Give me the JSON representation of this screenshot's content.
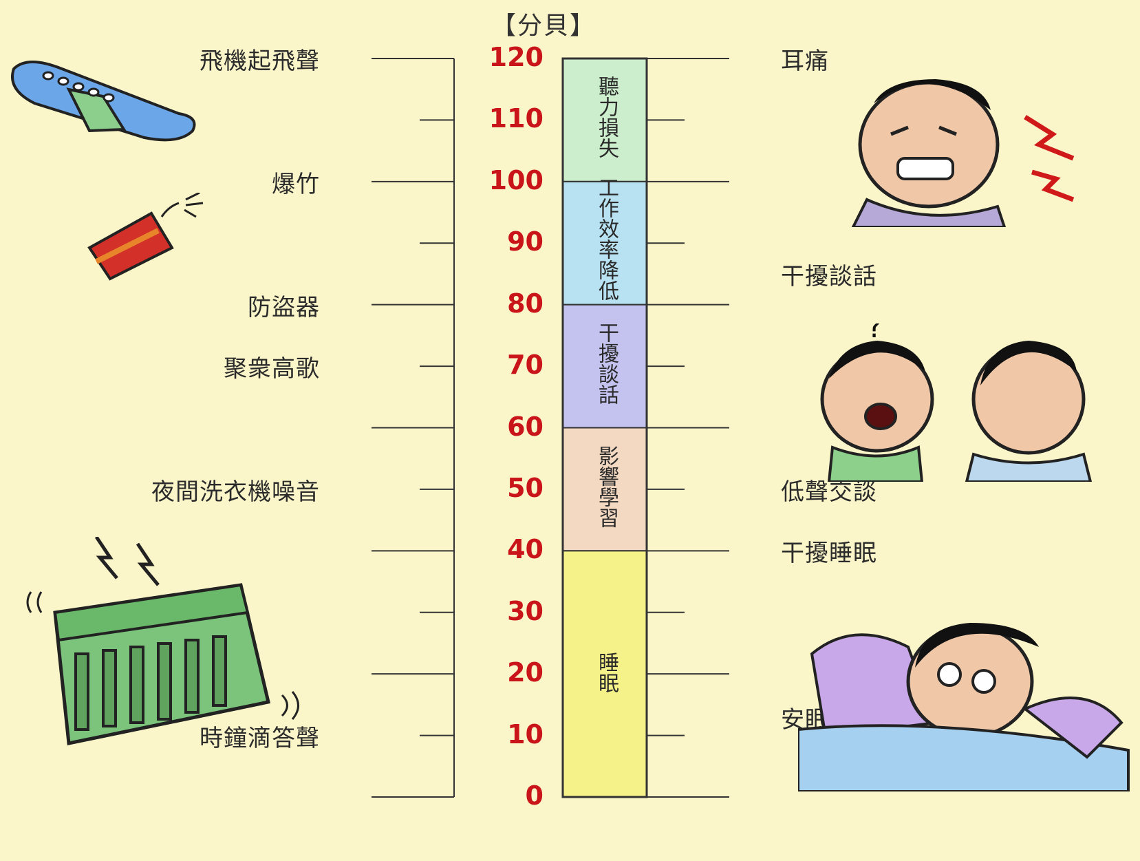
{
  "unit_title": "【分貝】",
  "scale": {
    "ticks": [
      "0",
      "10",
      "20",
      "30",
      "40",
      "50",
      "60",
      "70",
      "80",
      "90",
      "100",
      "110",
      "120"
    ],
    "min": 0,
    "max": 120
  },
  "bands": [
    {
      "from": 100,
      "to": 120,
      "label": "聽力損失",
      "color": "#cdeecd"
    },
    {
      "from": 80,
      "to": 100,
      "label": "工作效率降低",
      "color": "#b8e2f2"
    },
    {
      "from": 60,
      "to": 80,
      "label": "干擾談話",
      "color": "#c4c2ee"
    },
    {
      "from": 40,
      "to": 60,
      "label": "影響學習",
      "color": "#f3d8c2"
    },
    {
      "from": 0,
      "to": 40,
      "label": "睡眠",
      "color": "#f6f28a"
    }
  ],
  "sources": [
    {
      "db": 120,
      "label": "飛機起飛聲"
    },
    {
      "db": 100,
      "label": "爆竹"
    },
    {
      "db": 80,
      "label": "防盜器"
    },
    {
      "db": 70,
      "label": "聚衆高歌"
    },
    {
      "db": 50,
      "label": "夜間洗衣機噪音"
    },
    {
      "db": 10,
      "label": "時鐘滴答聲"
    }
  ],
  "effects": [
    {
      "db": 120,
      "label": "耳痛"
    },
    {
      "db": 85,
      "label": "干擾談話"
    },
    {
      "db": 50,
      "label": "低聲交談"
    },
    {
      "db": 40,
      "label": "干擾睡眠"
    },
    {
      "db": 13,
      "label": "安眠"
    }
  ],
  "colors": {
    "number_red": "#c9141a",
    "line": "#333333",
    "background": "#fbf6c9"
  },
  "icons": [
    "airplane-icon",
    "firecracker-icon",
    "earache-person-icon",
    "talking-people-icon",
    "washing-machine-icon",
    "sleeping-person-icon"
  ]
}
